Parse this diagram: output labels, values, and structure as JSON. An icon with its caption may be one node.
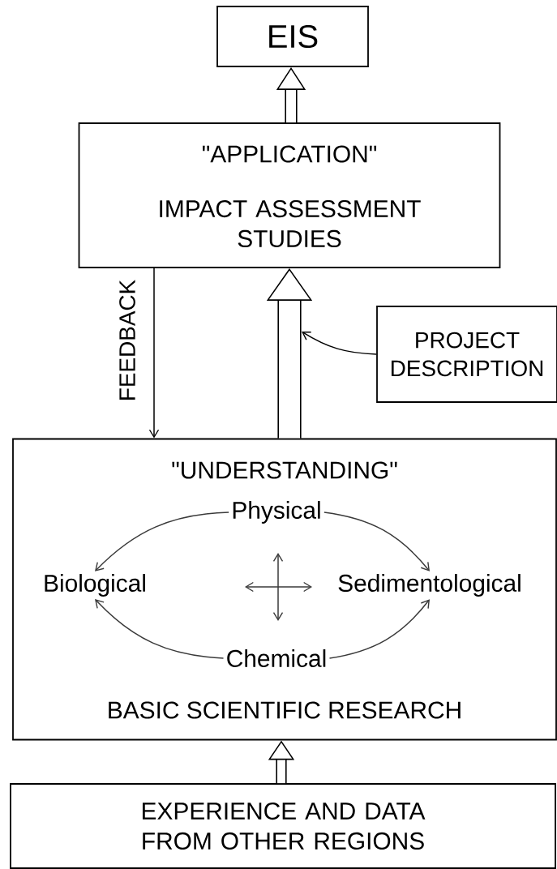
{
  "diagram": {
    "nodes": [
      {
        "text": [
          "EIS"
        ]
      },
      {
        "text": [
          "\"APPLICATION\"",
          "IMPACT ASSESSMENT STUDIES"
        ]
      },
      {
        "text": [
          "PROJECT DESCRIPTION"
        ]
      },
      {
        "text": [
          "\"UNDERSTANDING\"",
          "BASIC SCIENTIFIC RESEARCH"
        ]
      },
      {
        "text": [
          "Physical"
        ],
        "in": 3
      },
      {
        "text": [
          "Biological"
        ],
        "in": 3
      },
      {
        "text": [
          "Sedimentological"
        ],
        "in": 3
      },
      {
        "text": [
          "Chemical"
        ],
        "in": 3
      },
      {
        "text": [
          "EXPERIENCE AND DATA FROM OTHER REGIONS"
        ]
      }
    ],
    "edges": [
      {
        "from": 1,
        "to": 0,
        "arrow": "to",
        "style": "thick"
      },
      {
        "from": 3,
        "to": 1,
        "arrow": "to",
        "style": "thick"
      },
      {
        "from": 2,
        "to": null,
        "arrow": "to"
      },
      {
        "from": 1,
        "to": 3,
        "arrow": "to",
        "label": "FEEDBACK"
      },
      {
        "from": 4,
        "to": 5,
        "arrow": "to"
      },
      {
        "from": 4,
        "to": 6,
        "arrow": "to"
      },
      {
        "from": 7,
        "to": 5,
        "arrow": "to"
      },
      {
        "from": 7,
        "to": 6,
        "arrow": "to"
      },
      {
        "from": 8,
        "to": 3,
        "arrow": "to",
        "style": "thick"
      }
    ]
  }
}
